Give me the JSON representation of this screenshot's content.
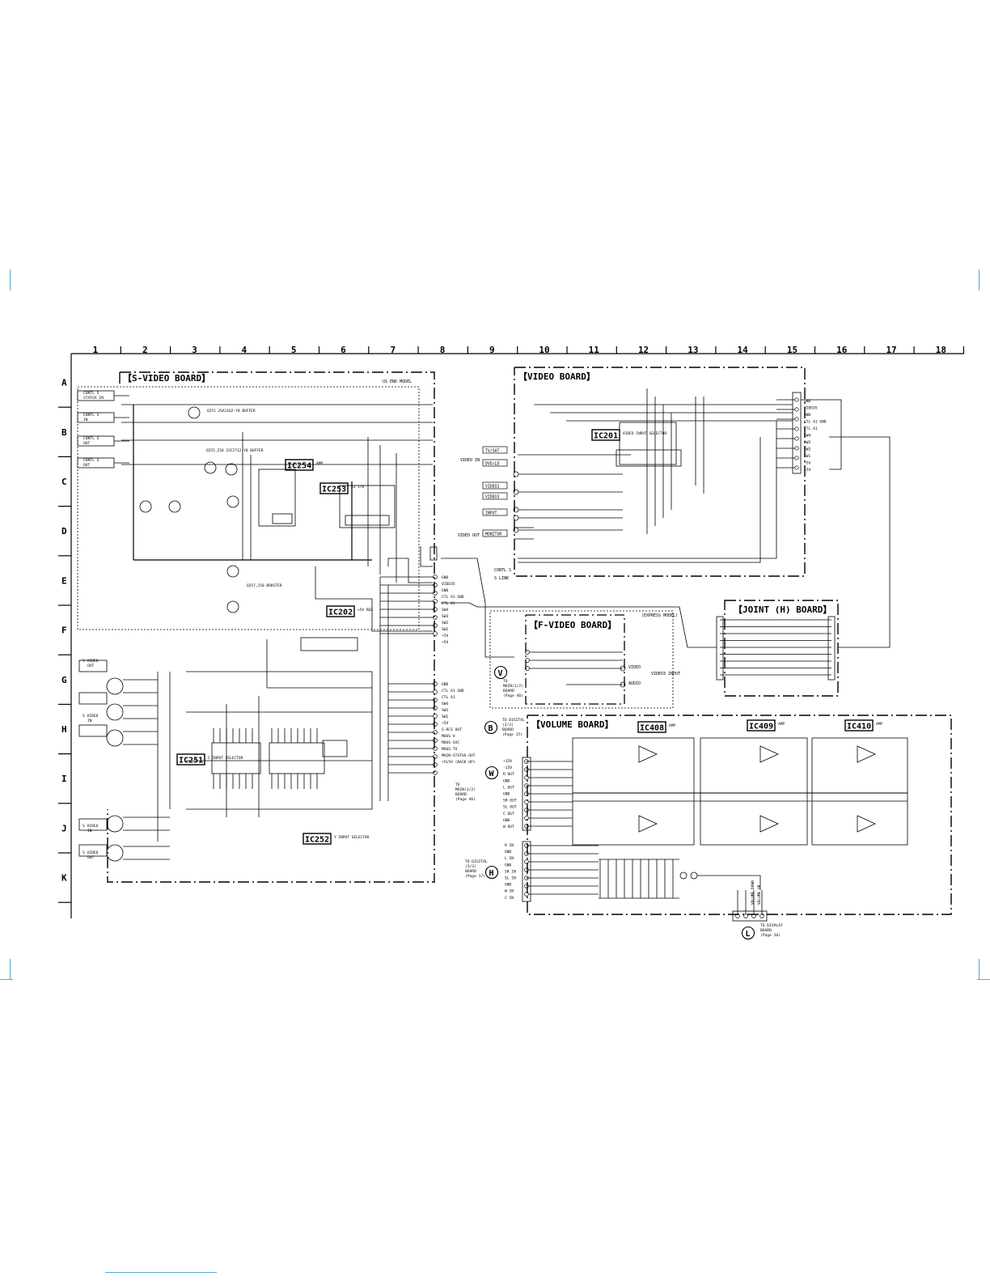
{
  "grid": {
    "columns": [
      "1",
      "2",
      "3",
      "4",
      "5",
      "6",
      "7",
      "8",
      "9",
      "10",
      "11",
      "12",
      "13",
      "14",
      "15",
      "16",
      "17",
      "18"
    ],
    "rows": [
      "A",
      "B",
      "C",
      "D",
      "E",
      "F",
      "G",
      "H",
      "I",
      "J",
      "K"
    ]
  },
  "boards": {
    "s_video": {
      "title": "【S-VIDEO BOARD】",
      "note": "US END MODEL"
    },
    "video": {
      "title": "【VIDEO BOARD】"
    },
    "joint": {
      "title": "【JOINT (H) BOARD】"
    },
    "f_video": {
      "title": "【F-VIDEO BOARD】",
      "note": "(EXPRESS MODEL)"
    },
    "volume": {
      "title": "【VOLUME BOARD】"
    }
  },
  "ics": {
    "ic254": {
      "name": "IC254",
      "role": "AMP"
    },
    "ic253": {
      "name": "IC253",
      "role": "S1 I/O"
    },
    "ic202": {
      "name": "IC202",
      "role": "+5V REG"
    },
    "ic251": {
      "name": "IC251",
      "role": "C INPUT SELECTOR"
    },
    "ic252": {
      "name": "IC252",
      "role": "Y INPUT SELECTOR"
    },
    "ic201": {
      "name": "IC201",
      "role": "VIDEO INPUT SELECTOR"
    },
    "ic408": {
      "name": "IC408",
      "role": "AMP"
    },
    "ic409": {
      "name": "IC409",
      "role": "AMP"
    },
    "ic410": {
      "name": "IC410",
      "role": "AMP"
    }
  },
  "s_video_jacks": [
    {
      "label": "CONTL S STATUS IN"
    },
    {
      "label": "CONTL S IN"
    },
    {
      "label": "CONTL S OUT"
    },
    {
      "label": "CONTL S OUT"
    }
  ],
  "svideo_connectors": [
    {
      "label": "S VIDEO OUT"
    },
    {
      "label": "S VIDEO IN"
    },
    {
      "label": "S VIDEO IN"
    },
    {
      "label": "S VIDEO OUT"
    }
  ],
  "video_inputs": [
    "TV/SAT",
    "DVD/LD",
    "VIDEO2",
    "VIDEO3",
    "INPUT",
    "MONITOR"
  ],
  "video_side_labels": {
    "video_in": "VIDEO IN",
    "video_out": "VIDEO OUT",
    "contl": "CONTL S",
    "link": "S LINK"
  },
  "transistors": {
    "q251": "Q251 2SA1162-Y0 BUFFER",
    "q255": "Q255,256 2SC2712-Y0 BUFFER",
    "q257": "Q257,258 BOOSTER"
  },
  "bus_signals": [
    "GND",
    "VIDEO5",
    "GND",
    "CTL A1 GND",
    "CTL A1",
    "SW4",
    "SW3",
    "SW2",
    "SW1",
    "+5V",
    "+5V"
  ],
  "bus_signals_2": [
    "GND",
    "CTL A1 GND",
    "CTL A1",
    "SW4",
    "SW3",
    "SW1",
    "+5V",
    "S-RCS OUT",
    "MOUS-V",
    "MOUS-SVC",
    "MOUS-TV",
    "MAIN-STATUS-OUT",
    "+5L5V (BACK UP)"
  ],
  "video_bus": [
    "GND",
    "VIDEO5",
    "GND",
    "CTL A1 GND",
    "CTL A1",
    "SW4",
    "SW3",
    "SW2",
    "SW1",
    "+5V",
    "+5V"
  ],
  "refs": {
    "v": {
      "letter": "V",
      "text": "TO MAIN(1/2) BOARD (Page 46)"
    },
    "b": {
      "letter": "B",
      "text": "TO DIGITAL (2/3) BOARD (Page 15)"
    },
    "w": {
      "letter": "W",
      "text": "TO MAIN(1/2) BOARD (Page 46)"
    },
    "h": {
      "letter": "H",
      "text": "TO DIGITAL (3/3) BOARD (Page 17)"
    },
    "l": {
      "letter": "L",
      "text": "TO DISPLAY BOARD (Page 26)"
    }
  },
  "fvideo": {
    "labels": [
      "VIDEO",
      "AUDIO"
    ],
    "input": "VIDEO3 INPUT"
  },
  "volume_left": [
    "+15V",
    "-15V",
    "R OUT",
    "GND",
    "L OUT",
    "GND",
    "SR OUT",
    "SL OUT",
    "C OUT",
    "GND",
    "W OUT"
  ],
  "volume_left2": [
    "R IN",
    "GND",
    "L IN",
    "GND",
    "SR IN",
    "SL IN",
    "GND",
    "W IN",
    "C IN"
  ],
  "volume_labels": {
    "v_down": "VOLUME DOWN",
    "v_up": "VOLUME UP"
  }
}
